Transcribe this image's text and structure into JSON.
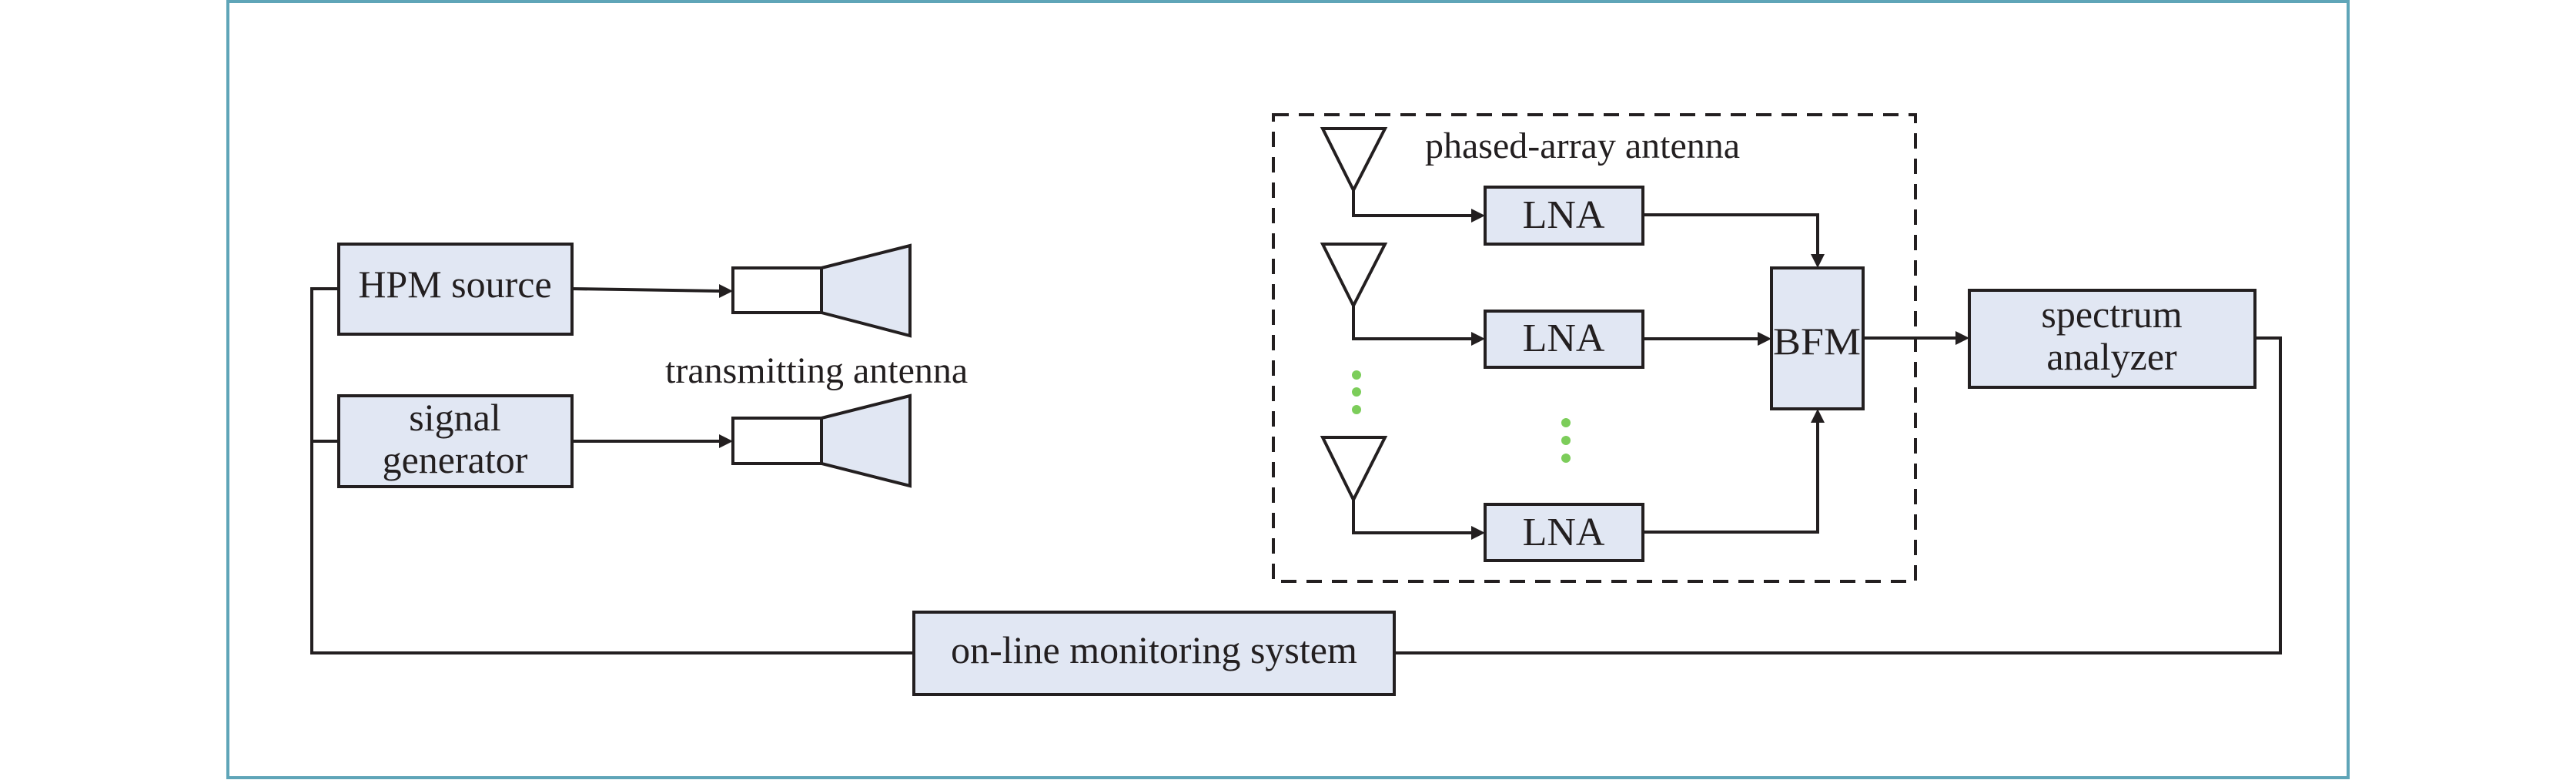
{
  "figure": {
    "type": "block-diagram",
    "title": "HPM test setup with phased-array antenna",
    "colors": {
      "frame": "#5fa5b8",
      "block_fill": "#e1e7f3",
      "line": "#231f20",
      "ellipsis_dots": "#7ccd5a"
    }
  },
  "blocks": {
    "hpm_source": "HPM source",
    "signal_generator": [
      "signal",
      "generator"
    ],
    "lna": [
      "LNA",
      "LNA",
      "LNA"
    ],
    "bfm": "BFM",
    "spectrum_analyzer": [
      "spectrum",
      "analyzer"
    ],
    "monitoring": "on-line monitoring system"
  },
  "labels": {
    "transmitting_antenna": "transmitting antenna",
    "phased_array": "phased-array antenna"
  },
  "connections": [
    {
      "from": "HPM source",
      "to": "transmitting antenna 1",
      "arrow": true
    },
    {
      "from": "signal generator",
      "to": "transmitting antenna 2",
      "arrow": true
    },
    {
      "from": "array element 1",
      "to": "LNA 1",
      "arrow": true
    },
    {
      "from": "array element 2",
      "to": "LNA 2",
      "arrow": true
    },
    {
      "from": "array element N",
      "to": "LNA N",
      "arrow": true
    },
    {
      "from": "LNA 1",
      "to": "BFM",
      "arrow": true
    },
    {
      "from": "LNA 2",
      "to": "BFM",
      "arrow": true
    },
    {
      "from": "LNA N",
      "to": "BFM",
      "arrow": true
    },
    {
      "from": "BFM",
      "to": "spectrum analyzer",
      "arrow": true
    },
    {
      "from": "spectrum analyzer",
      "to": "on-line monitoring system",
      "arrow": false
    },
    {
      "from": "on-line monitoring system",
      "to": "HPM source",
      "arrow": false
    },
    {
      "from": "on-line monitoring system",
      "to": "signal generator",
      "arrow": false
    }
  ]
}
